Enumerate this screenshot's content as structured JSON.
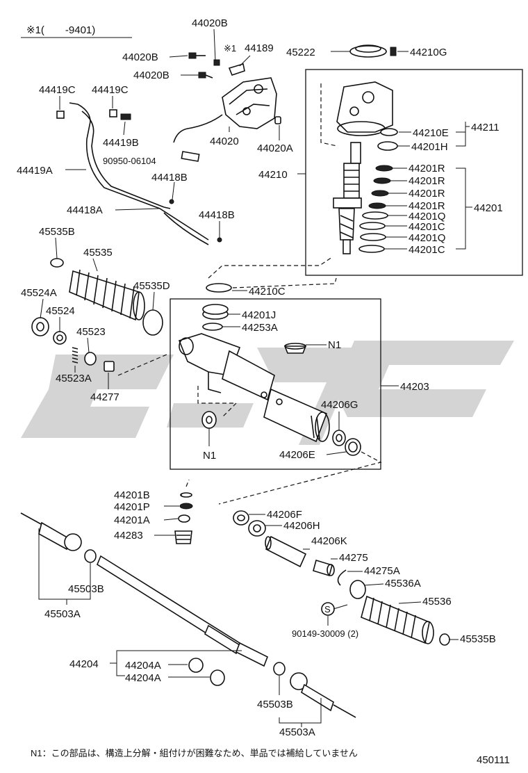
{
  "header": {
    "serial_note": "※1(　　-9401)"
  },
  "parts": {
    "p44020B_top": "44020B",
    "p44020B_a": "44020B",
    "p44020B_b": "44020B",
    "p44189_note": "※1",
    "p44189": "44189",
    "p45222": "45222",
    "p44210G": "44210G",
    "p44419C_a": "44419C",
    "p44419C_b": "44419C",
    "p44419B": "44419B",
    "p44020": "44020",
    "p44020A": "44020A",
    "p90950": "90950-06104",
    "p44419A": "44419A",
    "p44418B_a": "44418B",
    "p44418A": "44418A",
    "p44418B_b": "44418B",
    "p44210": "44210",
    "p44210E": "44210E",
    "p44201H": "44201H",
    "p44211": "44211",
    "p44201R_1": "44201R",
    "p44201R_2": "44201R",
    "p44201R_3": "44201R",
    "p44201R_4": "44201R",
    "p44201Q_1": "44201Q",
    "p44201C_1": "44201C",
    "p44201Q_2": "44201Q",
    "p44201C_2": "44201C",
    "p44201": "44201",
    "p45535B_a": "45535B",
    "p45535": "45535",
    "p45524A": "45524A",
    "p45535D": "45535D",
    "p44210C": "44210C",
    "p45524": "45524",
    "p45523": "45523",
    "p45523A": "45523A",
    "p44277": "44277",
    "p44201J": "44201J",
    "p44253A": "44253A",
    "pN1_a": "N1",
    "p44203": "44203",
    "p44206G": "44206G",
    "p44206E": "44206E",
    "pN1_b": "N1",
    "p44201B": "44201B",
    "p44201P": "44201P",
    "p44201A": "44201A",
    "p44283": "44283",
    "p44206F": "44206F",
    "p44206H": "44206H",
    "p44206K": "44206K",
    "p44275": "44275",
    "p44275A": "44275A",
    "p45536A": "45536A",
    "p45536": "45536",
    "p45503B_a": "45503B",
    "p45503A_a": "45503A",
    "p90149": "90149-30009 (2)",
    "p45535B_b": "45535B",
    "p44204": "44204",
    "p44204A_a": "44204A",
    "p44204A_b": "44204A",
    "p45503B_b": "45503B",
    "p45503A_b": "45503A",
    "s_mark": "S"
  },
  "footer": {
    "note": "N1：この部品は、構造上分解・組付けが困難なため、単品では補給していません",
    "diagram_number": "450111"
  },
  "colors": {
    "line": "#111111",
    "watermark": "#d4d4d4",
    "background": "#ffffff"
  }
}
